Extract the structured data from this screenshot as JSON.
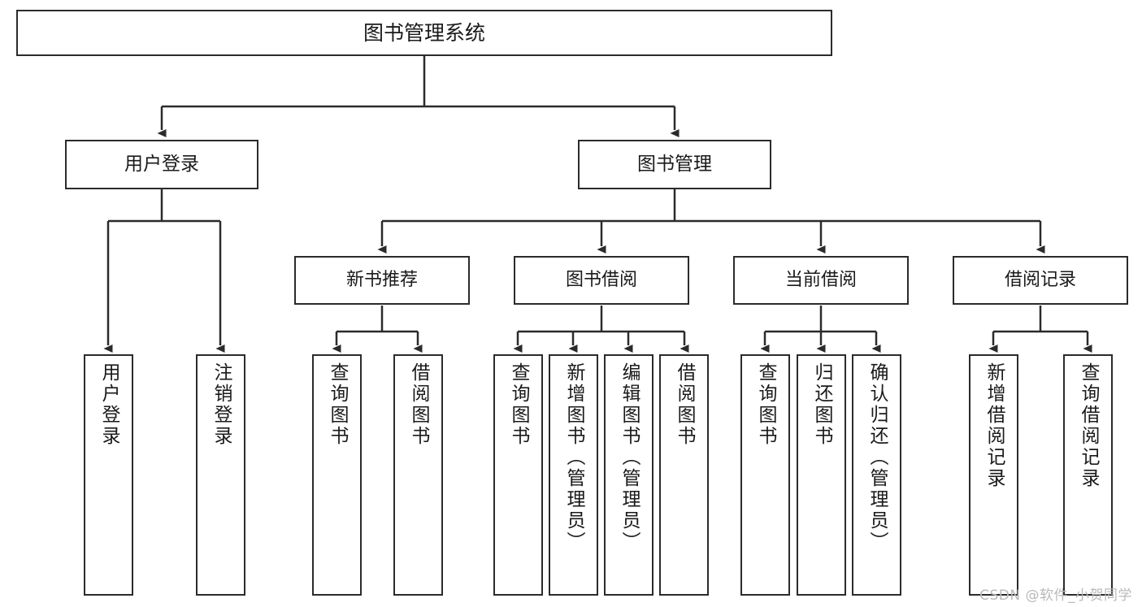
{
  "diagram": {
    "title": "图书管理系统",
    "watermark": "CSDN @软件_小贺同学",
    "style": {
      "box_border_color": "#2b2b2b",
      "box_fill_color": "#ffffff",
      "connector_color": "#2b2b2b",
      "background_color": "#ffffff",
      "watermark_color": "#b9b9b9"
    },
    "level2": [
      {
        "label": "用户登录"
      },
      {
        "label": "图书管理"
      }
    ],
    "level3": [
      {
        "label": "新书推荐"
      },
      {
        "label": "图书借阅"
      },
      {
        "label": "当前借阅"
      },
      {
        "label": "借阅记录"
      }
    ],
    "leaves": {
      "user_login": [
        {
          "label": "用户登录"
        },
        {
          "label": "注销登录"
        }
      ],
      "new_book_recommend": [
        {
          "label": "查询图书"
        },
        {
          "label": "借阅图书"
        }
      ],
      "book_borrow": [
        {
          "label": "查询图书"
        },
        {
          "label": "新增图书（管理员）"
        },
        {
          "label": "编辑图书（管理员）"
        },
        {
          "label": "借阅图书"
        }
      ],
      "current_borrow": [
        {
          "label": "查询图书"
        },
        {
          "label": "归还图书"
        },
        {
          "label": "确认归还（管理员）"
        }
      ],
      "borrow_record": [
        {
          "label": "新增借阅记录"
        },
        {
          "label": "查询借阅记录"
        }
      ]
    }
  }
}
